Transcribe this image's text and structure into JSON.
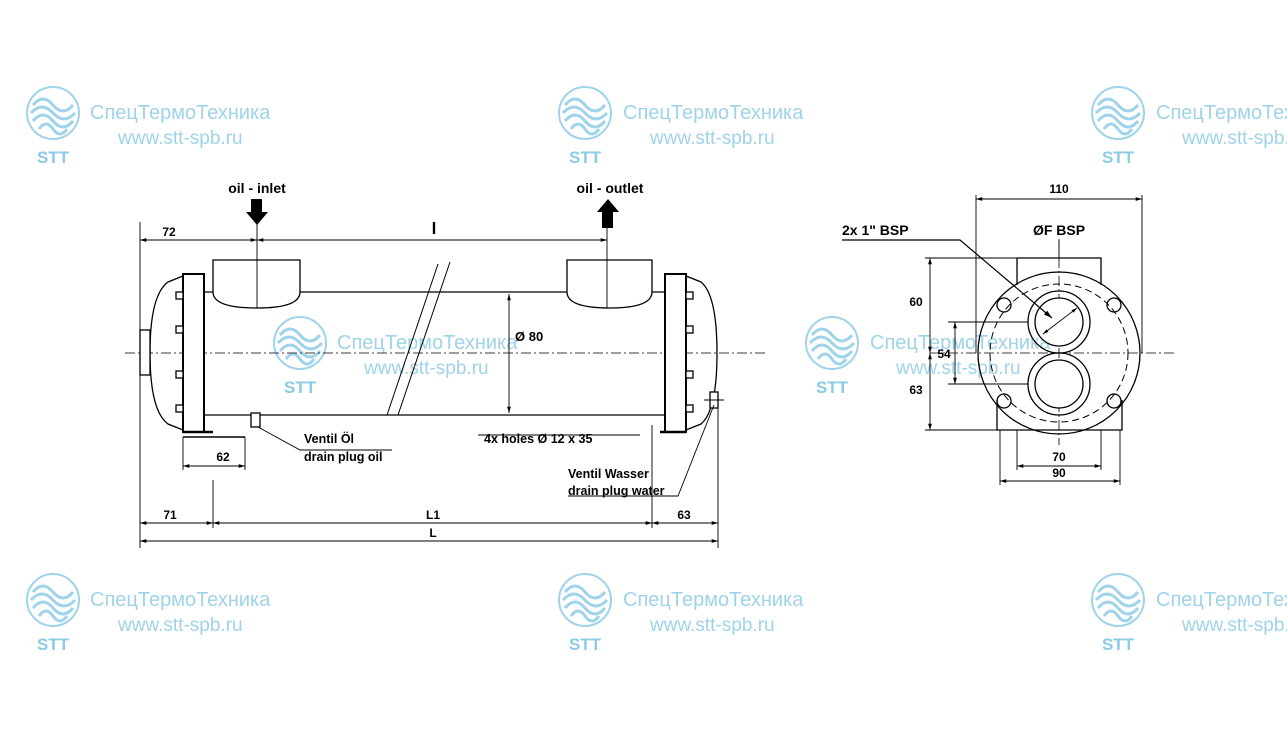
{
  "watermark": {
    "company": "СпецТермоТехника",
    "site": "www.stt-spb.ru",
    "logo_text": "STT",
    "color": "#9fd3ea"
  },
  "front_view": {
    "oil_inlet": "oil - inlet",
    "oil_outlet": "oil - outlet",
    "dim_72": "72",
    "dim_l": "l",
    "dim_diameter": "Ø  80",
    "dim_62": "62",
    "dim_71": "71",
    "dim_L1": "L1",
    "dim_63": "63",
    "dim_L": "L",
    "drain_oil_line1": "Ventil Öl",
    "drain_oil_line2": "drain plug oil",
    "holes_label": "4x holes Ø 12 x 35",
    "drain_water_line1": "Ventil Wasser",
    "drain_water_line2": "drain plug water"
  },
  "side_view": {
    "dim_110": "110",
    "bsp_ports": "2x 1\" BSP",
    "bsp_f": "ØF BSP",
    "dim_60": "60",
    "dim_54": "54",
    "dim_63": "63",
    "dim_70": "70",
    "dim_90": "90"
  }
}
